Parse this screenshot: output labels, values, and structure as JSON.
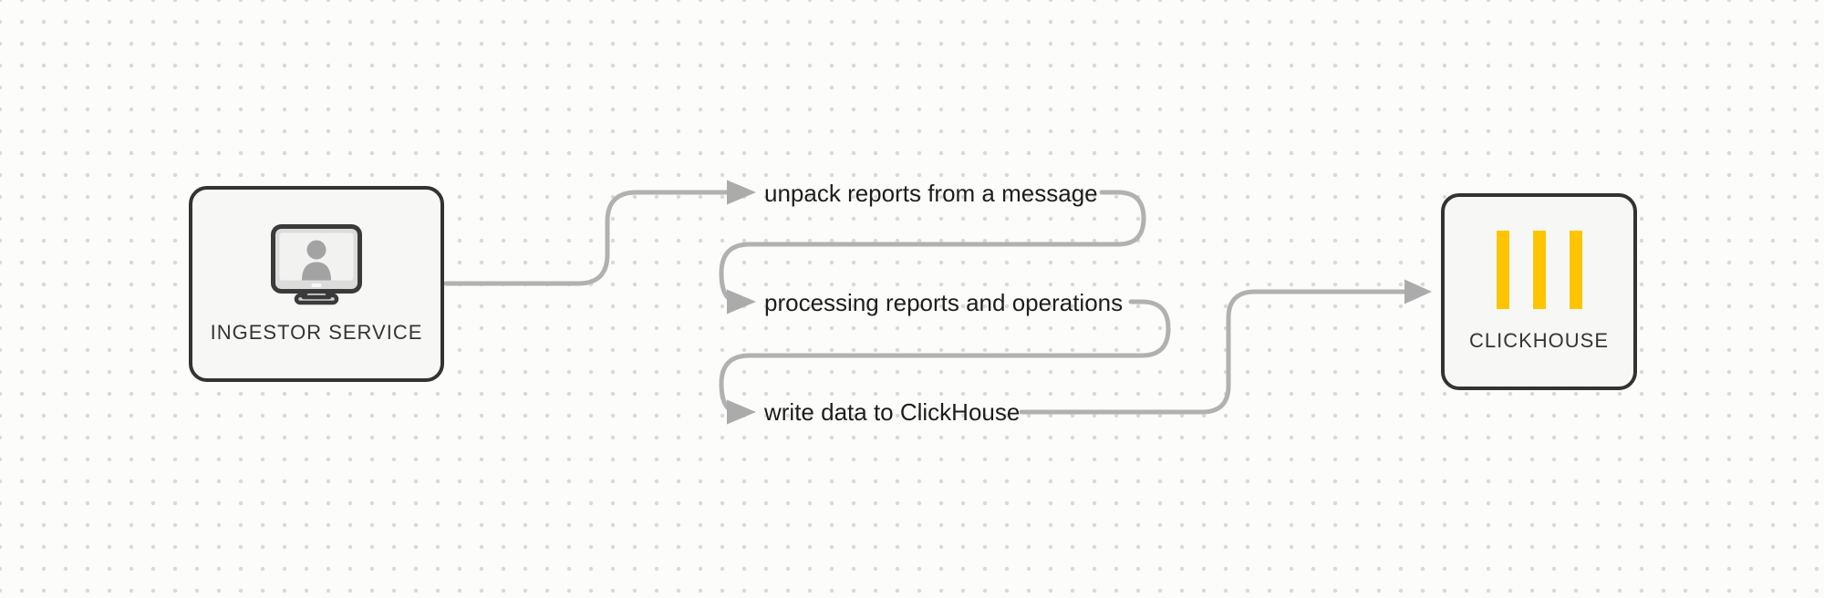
{
  "diagram": {
    "nodes": {
      "ingestor": {
        "label": "INGESTOR SERVICE",
        "icon": "monitor-user-icon"
      },
      "clickhouse": {
        "label": "CLICKHOUSE",
        "icon": "clickhouse-bars-icon"
      }
    },
    "steps": [
      {
        "label": "unpack reports from a message"
      },
      {
        "label": "processing reports and operations"
      },
      {
        "label": "write data to ClickHouse"
      }
    ],
    "colors": {
      "background": "#fcfcfb",
      "grid_dot": "#d9d9d9",
      "connector": "#b1b1b1",
      "arrowhead": "#ababab",
      "node_border": "#333333",
      "node_fill": "#f7f7f6",
      "step_text": "#1d1d1d",
      "node_label_text": "#343434",
      "clickhouse_yellow": "#fdc501"
    }
  }
}
